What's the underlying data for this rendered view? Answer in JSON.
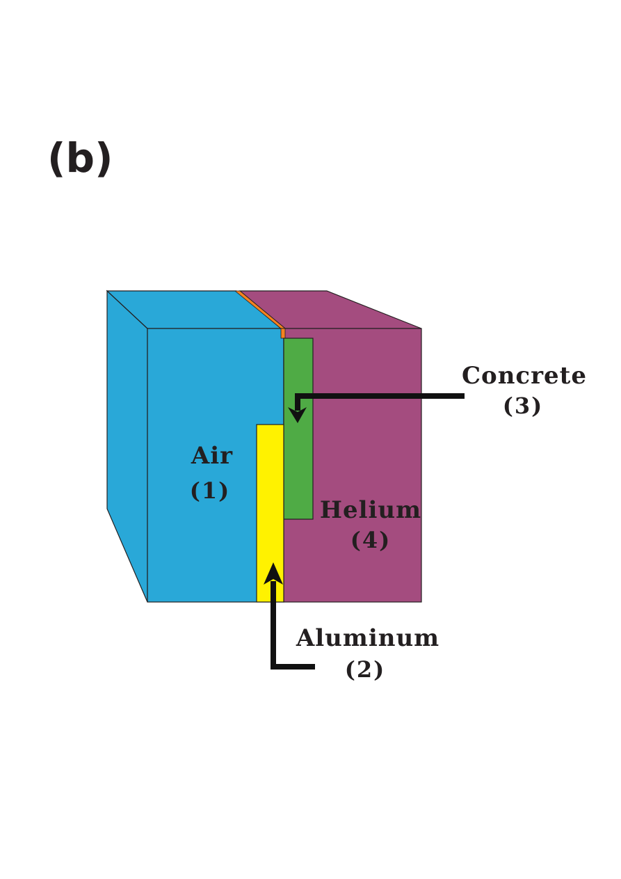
{
  "panel_label": "(b)",
  "regions": {
    "air": {
      "name": "Air",
      "number": "(1)",
      "color": "#29a8d8"
    },
    "aluminum": {
      "name": "Aluminum",
      "number": "(2)",
      "color": "#fff200"
    },
    "concrete": {
      "name": "Concrete",
      "number": "(3)",
      "color": "#4fab45"
    },
    "helium": {
      "name": "Helium",
      "number": "(4)",
      "color": "#a44c7f"
    }
  },
  "thin_layer_color": "#f58220",
  "arrow_color": "#111111"
}
